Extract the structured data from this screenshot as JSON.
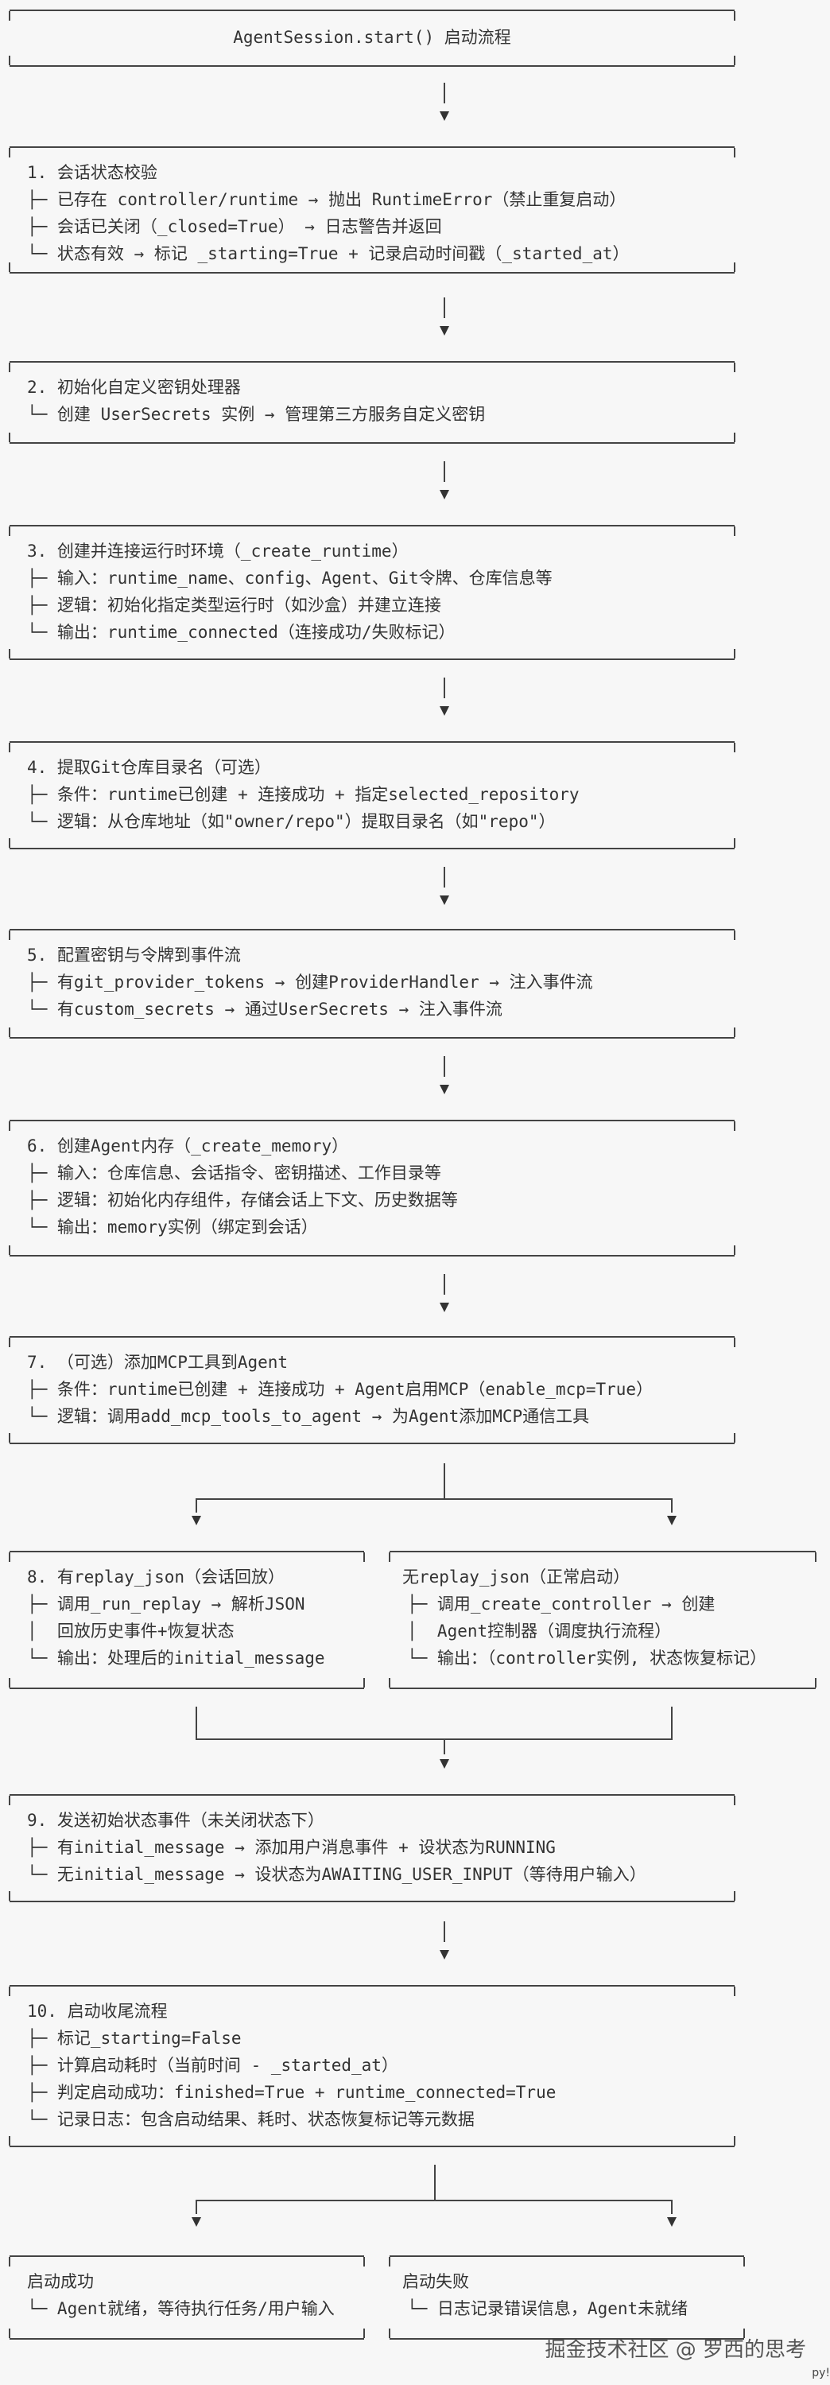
{
  "start": {
    "text": "AgentSession.start() 启动流程"
  },
  "steps": [
    {
      "title": "1. 会话状态校验",
      "lines": [
        "├─ 已存在 controller/runtime → 抛出 RuntimeError（禁止重复启动）",
        "├─ 会话已关闭（_closed=True） → 日志警告并返回",
        "└─ 状态有效 → 标记 _starting=True + 记录启动时间戳（_started_at）"
      ]
    },
    {
      "title": "2. 初始化自定义密钥处理器",
      "lines": [
        "└─ 创建 UserSecrets 实例 → 管理第三方服务自定义密钥"
      ]
    },
    {
      "title": "3. 创建并连接运行时环境（_create_runtime）",
      "lines": [
        "├─ 输入：runtime_name、config、Agent、Git令牌、仓库信息等",
        "├─ 逻辑：初始化指定类型运行时（如沙盒）并建立连接",
        "└─ 输出：runtime_connected（连接成功/失败标记）"
      ]
    },
    {
      "title": "4. 提取Git仓库目录名（可选）",
      "lines": [
        "├─ 条件：runtime已创建 + 连接成功 + 指定selected_repository",
        "└─ 逻辑：从仓库地址（如\"owner/repo\"）提取目录名（如\"repo\"）"
      ]
    },
    {
      "title": "5. 配置密钥与令牌到事件流",
      "lines": [
        "├─ 有git_provider_tokens → 创建ProviderHandler → 注入事件流",
        "└─ 有custom_secrets → 通过UserSecrets → 注入事件流"
      ]
    },
    {
      "title": "6. 创建Agent内存（_create_memory）",
      "lines": [
        "├─ 输入：仓库信息、会话指令、密钥描述、工作目录等",
        "├─ 逻辑：初始化内存组件，存储会话上下文、历史数据等",
        "└─ 输出：memory实例（绑定到会话）"
      ]
    },
    {
      "title": "7. （可选）添加MCP工具到Agent",
      "lines": [
        "├─ 条件：runtime已创建 + 连接成功 + Agent启用MCP（enable_mcp=True）",
        "└─ 逻辑：调用add_mcp_tools_to_agent → 为Agent添加MCP通信工具"
      ]
    }
  ],
  "branch_left": {
    "title": "8. 有replay_json（会话回放）",
    "lines": [
      "├─ 调用_run_replay → 解析JSON",
      "│  回放历史事件+恢复状态",
      "└─ 输出：处理后的initial_message"
    ]
  },
  "branch_right": {
    "title": "无replay_json（正常启动）",
    "lines": [
      "├─ 调用_create_controller → 创建",
      "│  Agent控制器（调度执行流程）",
      "└─ 输出：（controller实例, 状态恢复标记）"
    ]
  },
  "steps_after": [
    {
      "title": "9. 发送初始状态事件（未关闭状态下）",
      "lines": [
        "├─ 有initial_message → 添加用户消息事件 + 设状态为RUNNING",
        "└─ 无initial_message → 设状态为AWAITING_USER_INPUT（等待用户输入）"
      ]
    },
    {
      "title": "10. 启动收尾流程",
      "lines": [
        "├─ 标记_starting=False",
        "├─ 计算启动耗时（当前时间 - _started_at）",
        "├─ 判定启动成功：finished=True + runtime_connected=True",
        "└─ 记录日志：包含启动结果、耗时、状态恢复标记等元数据"
      ]
    }
  ],
  "end_left": {
    "title": "启动成功",
    "lines": [
      "└─ Agent就绪，等待执行任务/用户输入"
    ]
  },
  "end_right": {
    "title": "启动失败",
    "lines": [
      "└─ 日志记录错误信息，Agent未就绪"
    ]
  },
  "watermark": "掘金技术社区 @ 罗西的思考",
  "corner_text": "py!"
}
